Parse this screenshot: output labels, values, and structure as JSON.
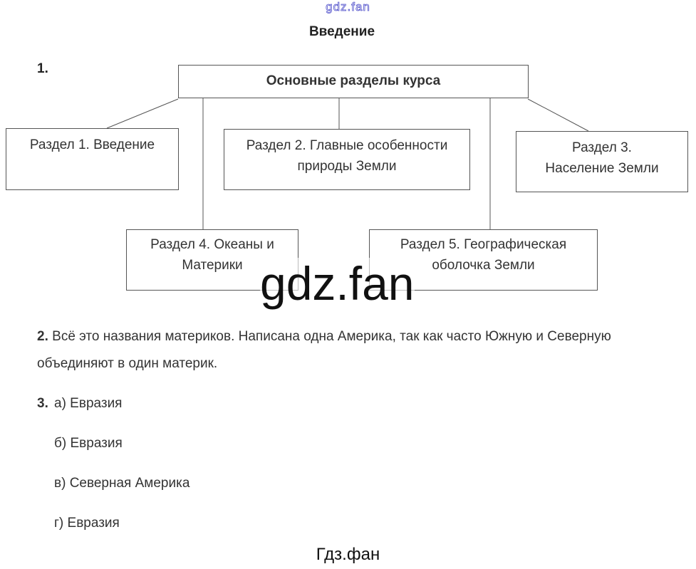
{
  "watermark_top": "gdz.fan",
  "title": "Введение",
  "q1": {
    "number": "1.",
    "root": "Основные разделы курса",
    "sections": [
      "Раздел 1. Введение",
      "Раздел 2. Главные особенности природы Земли",
      "Раздел 3. Население Земли",
      "Раздел 4. Океаны и Материки",
      "Раздел 5. Географическая оболочка Земли"
    ]
  },
  "q2": {
    "number": "2.",
    "text": "Всё это названия материков. Написана одна Америка, так как часто Южную и Северную объединяют в один материк."
  },
  "q3": {
    "number": "3.",
    "answers": [
      "а) Евразия",
      "б) Евразия",
      "в) Северная Америка",
      "г) Евразия"
    ]
  },
  "watermark_big": "gdz.fan",
  "watermark_bottom": "Гдз.фан"
}
